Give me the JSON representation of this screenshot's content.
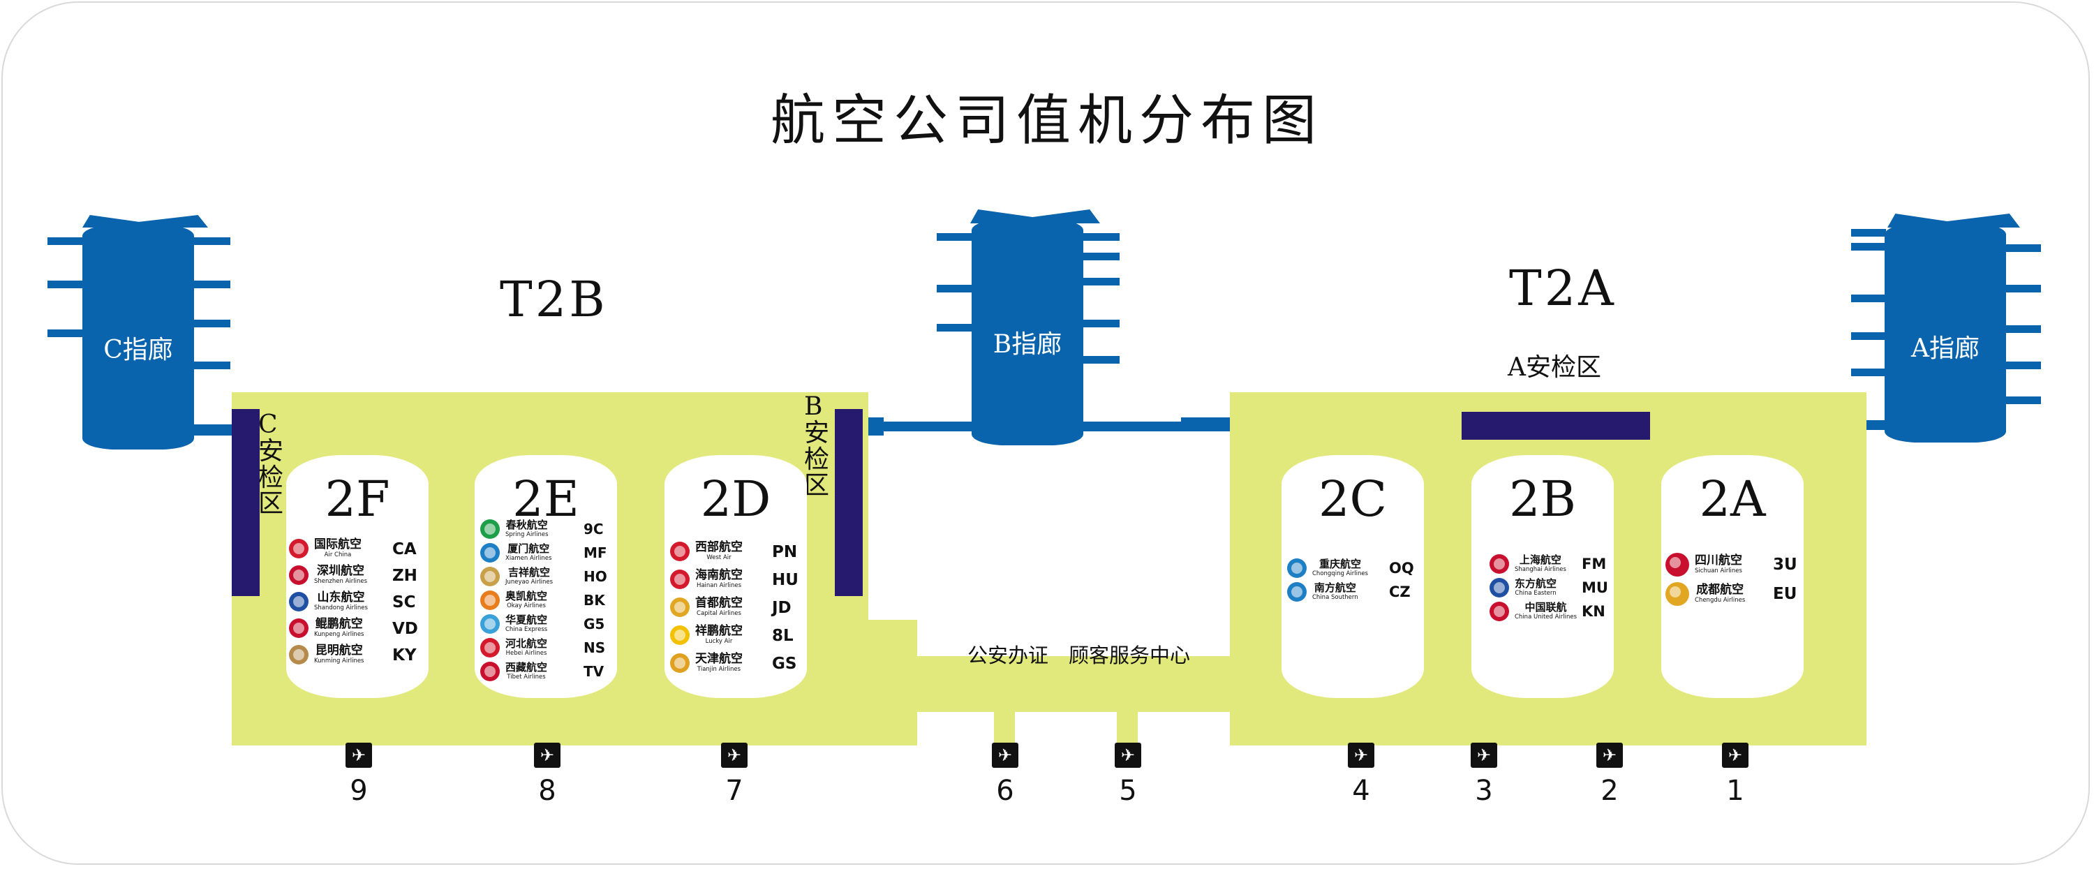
{
  "title": "航空公司值机分布图",
  "terminals": {
    "t2b": "T2B",
    "t2a": "T2A"
  },
  "concourses": {
    "c": "C指廊",
    "b": "B指廊",
    "a": "A指廊"
  },
  "security": {
    "c": "C安检区",
    "b": "B安检区",
    "a": "A安检区"
  },
  "service_center": "公安办证　顾客服务中心",
  "islands": {
    "2F": {
      "label": "2F",
      "airlines": [
        {
          "cn": "国际航空",
          "en": "Air China",
          "code": "CA",
          "color": "#d3192b"
        },
        {
          "cn": "深圳航空",
          "en": "Shenzhen Airlines",
          "code": "ZH",
          "color": "#c8102e"
        },
        {
          "cn": "山东航空",
          "en": "Shandong Airlines",
          "code": "SC",
          "color": "#1f4fa3"
        },
        {
          "cn": "鲲鹏航空",
          "en": "Kunpeng Airlines",
          "code": "VD",
          "color": "#c8102e"
        },
        {
          "cn": "昆明航空",
          "en": "Kunming Airlines",
          "code": "KY",
          "color": "#b58b4c"
        }
      ]
    },
    "2E": {
      "label": "2E",
      "airlines": [
        {
          "cn": "春秋航空",
          "en": "Spring Airlines",
          "code": "9C",
          "color": "#1d9e48"
        },
        {
          "cn": "厦门航空",
          "en": "Xiamen Airlines",
          "code": "MF",
          "color": "#1f7fc5"
        },
        {
          "cn": "吉祥航空",
          "en": "Juneyao Airlines",
          "code": "HO",
          "color": "#c9a04a"
        },
        {
          "cn": "奥凯航空",
          "en": "Okay Airlines",
          "code": "BK",
          "color": "#e87d1e"
        },
        {
          "cn": "华夏航空",
          "en": "China Express",
          "code": "G5",
          "color": "#3aa0d8"
        },
        {
          "cn": "河北航空",
          "en": "Hebei Airlines",
          "code": "NS",
          "color": "#d3192b"
        },
        {
          "cn": "西藏航空",
          "en": "Tibet Airlines",
          "code": "TV",
          "color": "#c8102e"
        }
      ]
    },
    "2D": {
      "label": "2D",
      "airlines": [
        {
          "cn": "西部航空",
          "en": "West Air",
          "code": "PN",
          "color": "#d3192b"
        },
        {
          "cn": "海南航空",
          "en": "Hainan Airlines",
          "code": "HU",
          "color": "#d3192b"
        },
        {
          "cn": "首都航空",
          "en": "Capital Airlines",
          "code": "JD",
          "color": "#e2a722"
        },
        {
          "cn": "祥鹏航空",
          "en": "Lucky Air",
          "code": "8L",
          "color": "#f2c200"
        },
        {
          "cn": "天津航空",
          "en": "Tianjin Airlines",
          "code": "GS",
          "color": "#e0a020"
        }
      ]
    },
    "2C": {
      "label": "2C",
      "airlines": [
        {
          "cn": "重庆航空",
          "en": "Chongqing Airlines",
          "code": "OQ",
          "color": "#1f7fc5"
        },
        {
          "cn": "南方航空",
          "en": "China Southern",
          "code": "CZ",
          "color": "#1f7fc5"
        }
      ]
    },
    "2B": {
      "label": "2B",
      "airlines": [
        {
          "cn": "上海航空",
          "en": "Shanghai Airlines",
          "code": "FM",
          "color": "#c8102e"
        },
        {
          "cn": "东方航空",
          "en": "China Eastern",
          "code": "MU",
          "color": "#1f4fa3"
        },
        {
          "cn": "中国联航",
          "en": "China United Airlines",
          "code": "KN",
          "color": "#c8102e"
        }
      ]
    },
    "2A": {
      "label": "2A",
      "airlines": [
        {
          "cn": "四川航空",
          "en": "Sichuan Airlines",
          "code": "3U",
          "color": "#c8102e"
        },
        {
          "cn": "成都航空",
          "en": "Chengdu Airlines",
          "code": "EU",
          "color": "#e2a722"
        }
      ]
    }
  },
  "gates": [
    "9",
    "8",
    "7",
    "6",
    "5",
    "4",
    "3",
    "2",
    "1"
  ],
  "gate_icon": "departure-plane-icon",
  "colors": {
    "zone": "#e2e97c",
    "concourse": "#0a64ad",
    "security": "#261a6e"
  }
}
